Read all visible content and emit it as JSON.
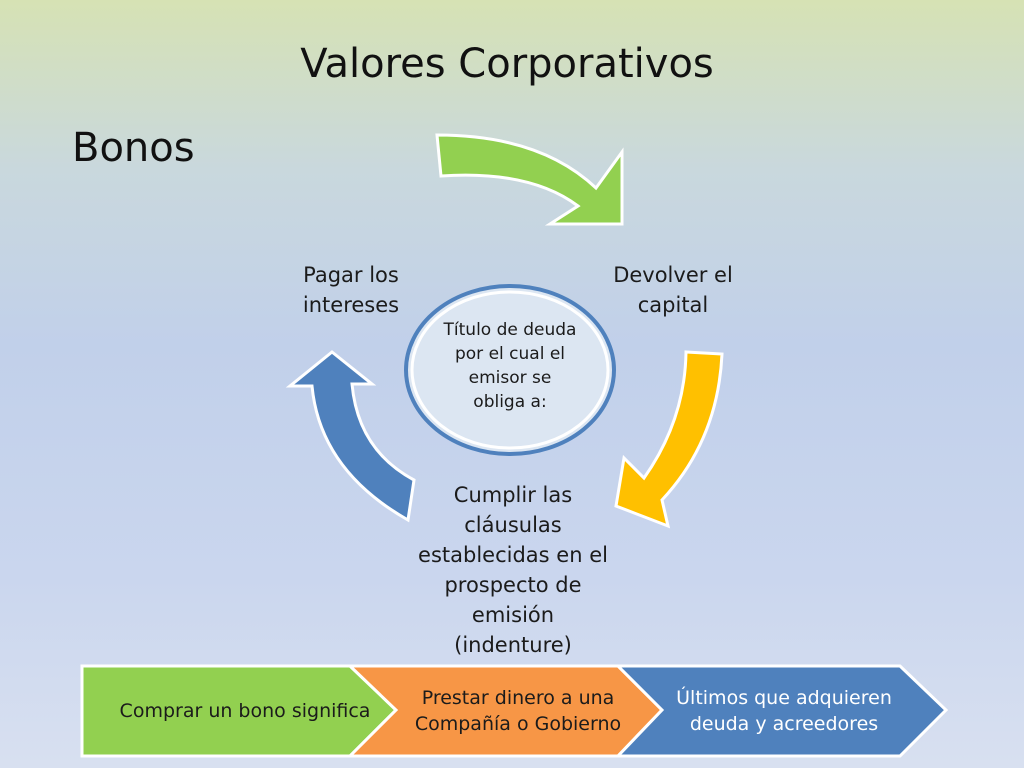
{
  "slide": {
    "title": "Valores Corporativos",
    "subtitle": "Bonos"
  },
  "cycle": {
    "center_text": "Título de deuda por el cual el emisor se obliga a:",
    "steps": [
      {
        "label": "Devolver el capital",
        "color": "#92d050"
      },
      {
        "label": "Cumplir las cláusulas establecidas en el prospecto de emisión (indenture)",
        "color": "#ffc000"
      },
      {
        "label": "Pagar los intereses",
        "color": "#4f81bd"
      }
    ],
    "center_fill": "#dce6f2",
    "center_stroke": "#4f81bd"
  },
  "process": [
    {
      "label": "Comprar un bono significa",
      "color": "#92d050"
    },
    {
      "label": "Prestar dinero a una Compañía o Gobierno",
      "color": "#f79646"
    },
    {
      "label": "Últimos que adquieren deuda y acreedores",
      "color": "#4f81bd"
    }
  ]
}
